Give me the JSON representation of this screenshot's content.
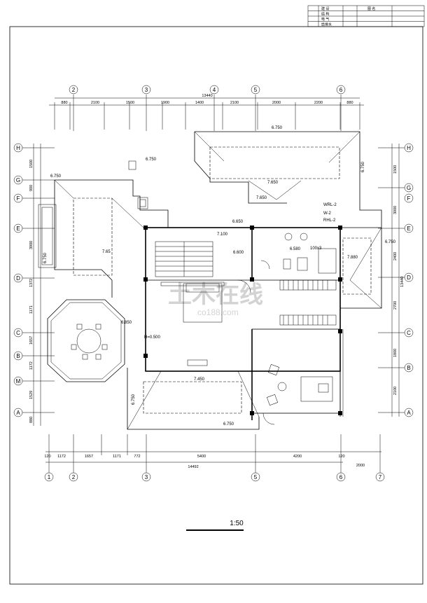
{
  "title_block": {
    "rows": [
      "建 设",
      "结 构",
      "电 气",
      "给排水"
    ],
    "header_right": "图 名"
  },
  "grid_top": [
    "2",
    "3",
    "4",
    "5",
    "6"
  ],
  "grid_bottom": [
    "1",
    "2",
    "3",
    "5",
    "6",
    "7"
  ],
  "grid_left": [
    "H",
    "G",
    "F",
    "E",
    "D",
    "C",
    "B",
    "M",
    "A"
  ],
  "grid_right": [
    "H",
    "G",
    "F",
    "E",
    "D",
    "C",
    "B",
    "A"
  ],
  "dims_top_total": "13440",
  "dims_top": [
    "880",
    "2100",
    "1500",
    "1900",
    "1400",
    "2100",
    "2000",
    "2200",
    "880"
  ],
  "dims_bottom": [
    "120",
    "1172",
    "1657",
    "1171",
    "772",
    "5400",
    "4200",
    "120"
  ],
  "dims_bottom_total": "14492",
  "dims_bottom_extra": "2000",
  "dims_left": [
    "1500",
    "900",
    "3900",
    "1372",
    "1171",
    "1657",
    "1172",
    "1529",
    "880"
  ],
  "dims_right": [
    "1500",
    "3000",
    "2400",
    "2700",
    "1800",
    "2100"
  ],
  "dims_right_total": "13440",
  "levels": {
    "roof_top": "6.750",
    "l1": "6.750",
    "l2": "6.750",
    "l3": "7.650",
    "l4": "7.650",
    "l5": "6.650",
    "l6": "7.100",
    "l7": "6.600",
    "l8": "6.580",
    "l9": "7.65",
    "l10": "6.850",
    "l11": "7.880",
    "l12": "6.750",
    "l13": "6.750",
    "l14": "7.450",
    "l15": "6.750",
    "l16": "6.750",
    "l17": "6.750"
  },
  "notes": {
    "h": "H=0.500",
    "size": "100x3",
    "wrl": "WRL-2",
    "w2": "W-2",
    "rhl": "RHL-2"
  },
  "scale": "1:50",
  "watermark": "土木在线",
  "watermark_sub": "co188.com"
}
